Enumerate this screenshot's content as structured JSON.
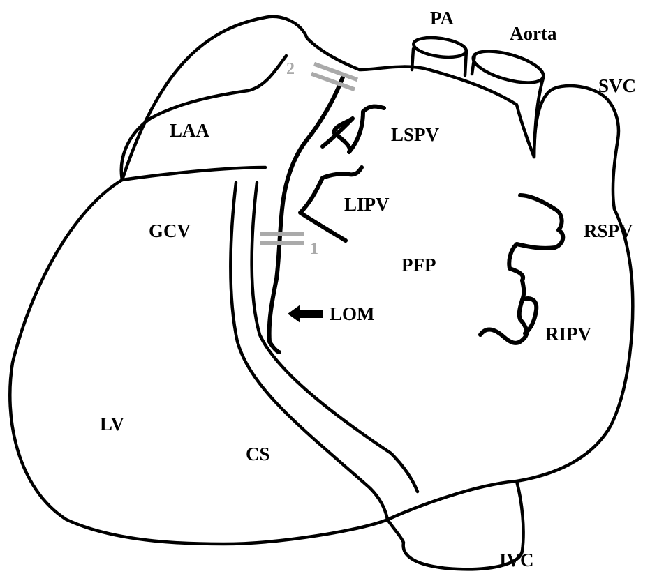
{
  "labels": {
    "pa": "PA",
    "aorta": "Aorta",
    "svc": "SVC",
    "laa": "LAA",
    "lspv": "LSPV",
    "lipv": "LIPV",
    "gcv": "GCV",
    "rspv": "RSPV",
    "pfp": "PFP",
    "lom": "LOM",
    "ripv": "RIPV",
    "lv": "LV",
    "cs": "CS",
    "ivc": "IVC"
  },
  "markers": {
    "marker_1": "1",
    "marker_2": "2"
  },
  "colors": {
    "outline": "#000000",
    "marker": "#aaaaaa"
  }
}
